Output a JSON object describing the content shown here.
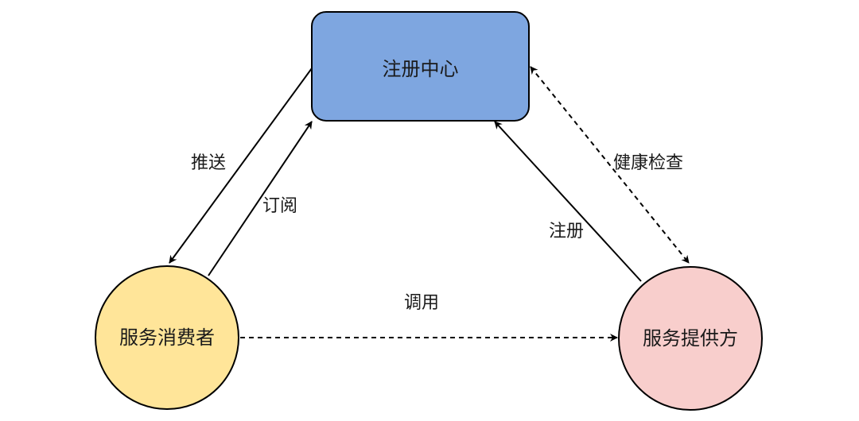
{
  "nodes": {
    "registry": {
      "label": "注册中心",
      "fill": "#7EA6E0",
      "stroke": "#000000"
    },
    "consumer": {
      "label": "服务消费者",
      "fill": "#FFE599",
      "stroke": "#000000"
    },
    "provider": {
      "label": "服务提供方",
      "fill": "#F8CECC",
      "stroke": "#000000"
    }
  },
  "edges": {
    "push": {
      "label": "推送",
      "from": "registry",
      "to": "consumer",
      "style": "solid"
    },
    "subscribe": {
      "label": "订阅",
      "from": "consumer",
      "to": "registry",
      "style": "solid"
    },
    "register": {
      "label": "注册",
      "from": "provider",
      "to": "registry",
      "style": "solid"
    },
    "health_check": {
      "label": "健康检查",
      "from": "registry",
      "to": "provider",
      "style": "dashed",
      "bidirectional": true
    },
    "invoke": {
      "label": "调用",
      "from": "consumer",
      "to": "provider",
      "style": "dashed"
    }
  },
  "colors": {
    "line": "#000000",
    "text": "#1a1a1a"
  }
}
